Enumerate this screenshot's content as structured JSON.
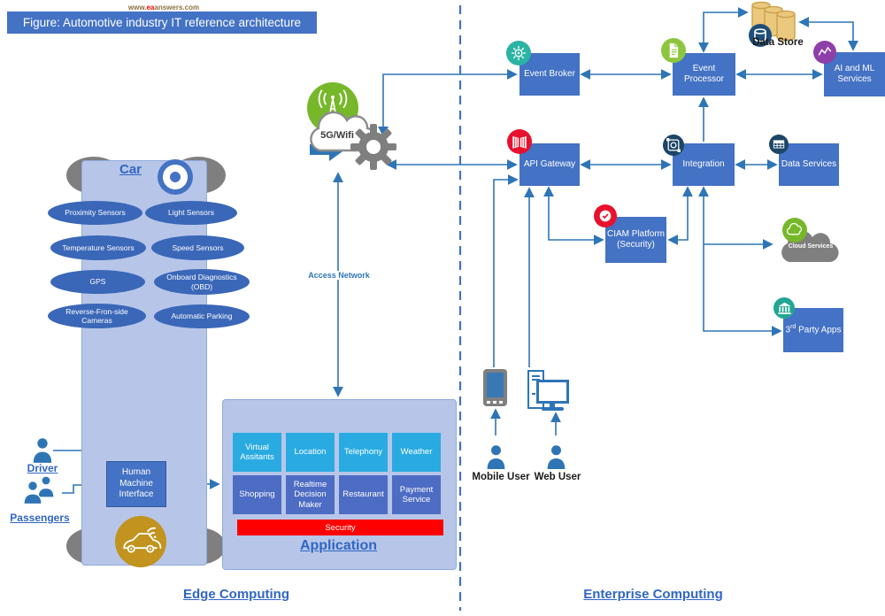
{
  "header": {
    "site_prefix": "www.",
    "site_highlight": "ea",
    "site_rest": "answers.com",
    "title": "Figure: Automotive industry IT reference architecture"
  },
  "edge": {
    "section_label": "Edge Computing",
    "car": {
      "title": "Car",
      "sensors": [
        "Proximity Sensors",
        "Light Sensors",
        "Temperature Sensors",
        "Speed Sensors",
        "GPS",
        "Onboard Diagnostics (OBD)",
        "Reverse-Fron-side Cameras",
        "Automatic Parking"
      ]
    },
    "people": {
      "driver": "Driver",
      "passengers": "Passengers"
    },
    "hmi": "Human Machine Interface",
    "network": {
      "cloud_label": "5G/Wifi",
      "access_label": "Access Network"
    },
    "application": {
      "title": "Application",
      "services_row1": [
        "Virtual Assitants",
        "Location",
        "Telephony",
        "Weather"
      ],
      "services_row2": [
        "Shopping",
        "Realtime Decision Maker",
        "Restaurant",
        "Payment Service"
      ],
      "security": "Security"
    }
  },
  "enterprise": {
    "section_label": "Enterprise Computing",
    "event_broker": "Event Broker",
    "event_processor": "Event Processor",
    "data_store": "Data Store",
    "ai_ml": "AI and ML Services",
    "api_gateway": "API Gateway",
    "integration": "Integration",
    "data_services": "Data Services",
    "ciam": "CIAM Platform (Security)",
    "cloud_services": "Cloud Services",
    "third_party": {
      "num": "3",
      "sup": "rd",
      "rest": " Party Apps"
    },
    "users": {
      "mobile": "Mobile User",
      "web": "Web User"
    }
  },
  "icons": {
    "event-broker-icon": "hub-network",
    "event-processor-icon": "document-script",
    "data-store-icon": "database-cylinders",
    "ai-ml-icon": "trend-zigzag",
    "api-gateway-icon": "open-gate",
    "integration-icon": "frame-circle",
    "data-services-icon": "table-grid",
    "ciam-icon": "check-seal",
    "cloud-services-icon": "cloud",
    "third-party-icon": "bank-building",
    "5g-tower-icon": "antenna-waves",
    "gear-icon": "cogwheel",
    "connected-car-icon": "car-wifi",
    "steering-wheel-icon": "donut-ring",
    "driver-icon": "person",
    "passengers-icon": "people-group",
    "mobile-user-icon": "person",
    "web-user-icon": "person",
    "mobile-phone-icon": "smartphone",
    "desktop-computer-icon": "tower-monitor"
  },
  "colors": {
    "node_blue": "#4472C4",
    "panel_blue": "#B7C6E8",
    "service_cyan": "#29ABE2",
    "service_blue": "#4D6CC3",
    "security_red": "#FF0000",
    "arrow_blue": "#2E75B6",
    "gold": "#C2931F",
    "gray": "#7F7F7F"
  }
}
